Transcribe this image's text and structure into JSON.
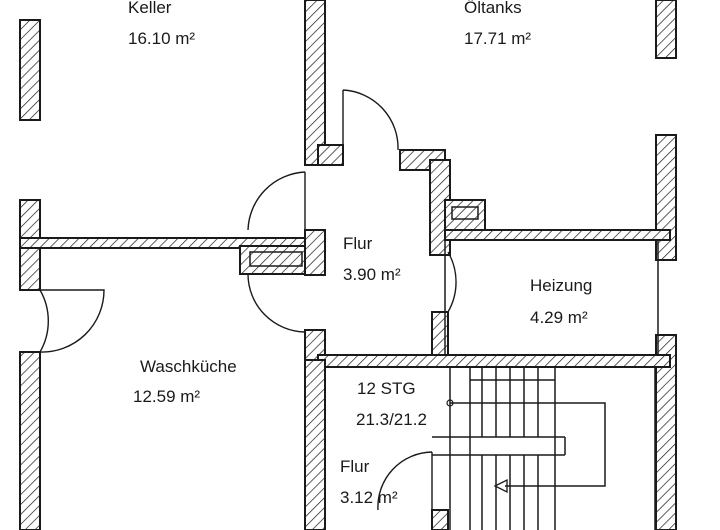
{
  "rooms": {
    "keller": {
      "name": "Keller",
      "area": "16.10 m²"
    },
    "oeltanks": {
      "name": "Öltanks",
      "area": "17.71 m²"
    },
    "flur_oben": {
      "name": "Flur",
      "area": "3.90 m²"
    },
    "heizung": {
      "name": "Heizung",
      "area": "4.29 m²"
    },
    "waschkueche": {
      "name": "Waschküche",
      "area": "12.59 m²"
    },
    "flur_unten": {
      "name": "Flur",
      "area": "3.12 m²"
    }
  },
  "stairs": {
    "count": "12 STG",
    "ratio": "21.3/21.2"
  }
}
